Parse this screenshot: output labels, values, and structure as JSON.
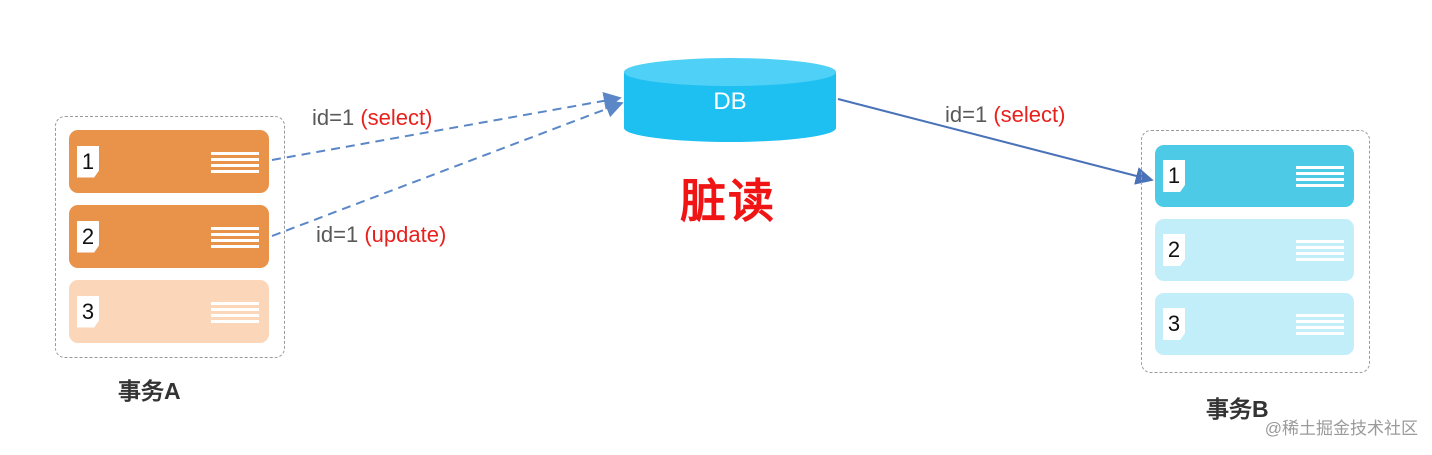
{
  "db": {
    "label": "DB",
    "color": "#1ec0f2"
  },
  "title": "脏读",
  "transaction_a": {
    "label": "事务A",
    "rows": [
      {
        "num": "1",
        "color": "#e8924a"
      },
      {
        "num": "2",
        "color": "#e8924a"
      },
      {
        "num": "3",
        "color": "#fcd6b8"
      }
    ]
  },
  "transaction_b": {
    "label": "事务B",
    "rows": [
      {
        "num": "1",
        "color": "#4ccae6"
      },
      {
        "num": "2",
        "color": "#c2eefa"
      },
      {
        "num": "3",
        "color": "#c2eefa"
      }
    ]
  },
  "arrows": {
    "a_select": {
      "key": "id=1",
      "op": "(select)"
    },
    "a_update": {
      "key": "id=1",
      "op": "(update)"
    },
    "b_select": {
      "key": "id=1",
      "op": "(select)"
    }
  },
  "watermark": "@稀土掘金技术社区"
}
